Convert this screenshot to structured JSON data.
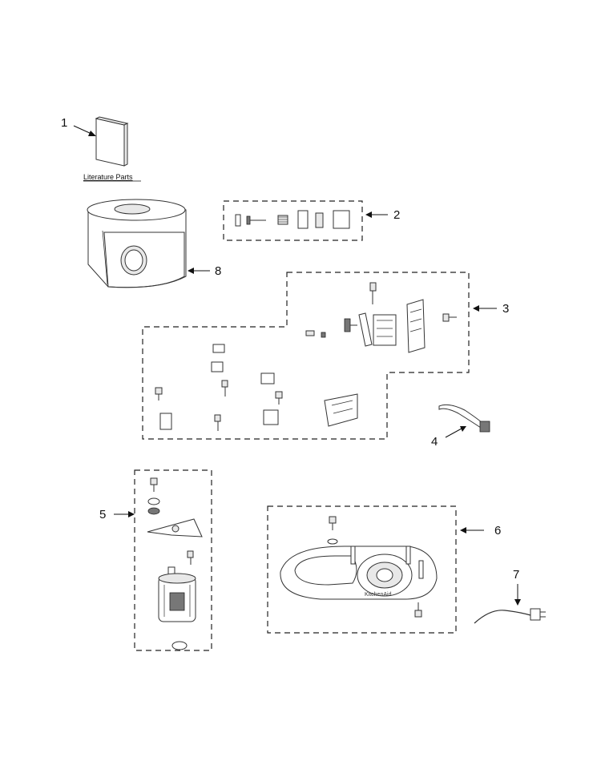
{
  "diagram": {
    "literature_label": "Literature Parts",
    "callouts": [
      {
        "id": "1",
        "label": "1"
      },
      {
        "id": "2",
        "label": "2"
      },
      {
        "id": "3",
        "label": "3"
      },
      {
        "id": "4",
        "label": "4"
      },
      {
        "id": "5",
        "label": "5"
      },
      {
        "id": "6",
        "label": "6"
      },
      {
        "id": "7",
        "label": "7"
      },
      {
        "id": "8",
        "label": "8"
      }
    ],
    "base_marking": "KitchenAid"
  }
}
